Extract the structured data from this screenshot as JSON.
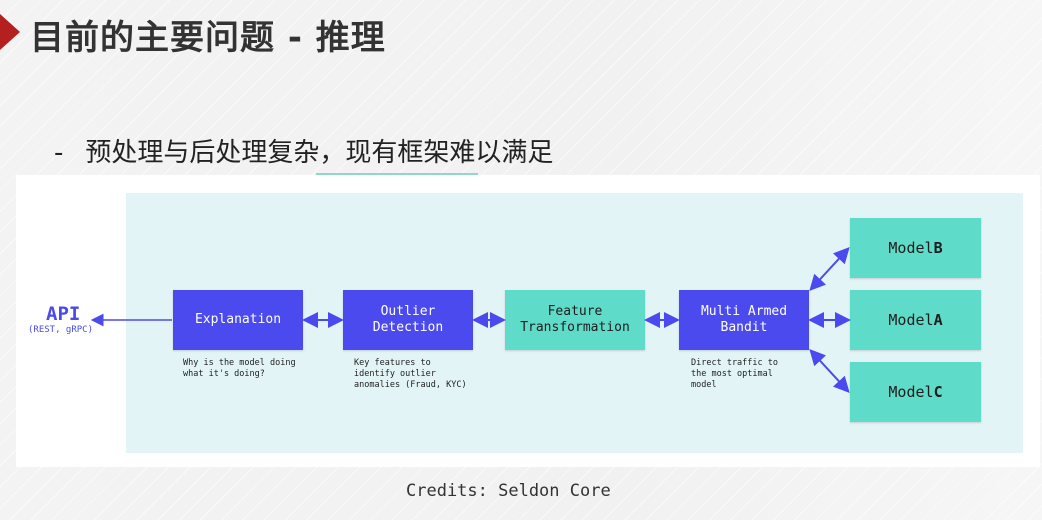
{
  "header": {
    "title": "目前的主要问题 - 推理",
    "accent_color": "#b3201f"
  },
  "bullet": {
    "dash": "-",
    "text": "预处理与后处理复杂，现有框架难以满足"
  },
  "diagram": {
    "api_label": "API",
    "api_sub": "(REST, gRPC)",
    "boxes": {
      "explanation": "Explanation",
      "outlier": "Outlier\nDetection",
      "feature": "Feature\nTransformation",
      "bandit": "Multi Armed\nBandit"
    },
    "models": {
      "b_prefix": "Model ",
      "b_letter": "B",
      "a_prefix": "Model ",
      "a_letter": "A",
      "c_prefix": "Model ",
      "c_letter": "C"
    },
    "descriptions": {
      "explanation": "Why is the model doing\nwhat it's doing?",
      "outlier": "Key features to\nidentify outlier\nanomalies (Fraud, KYC)",
      "bandit": "Direct traffic to\nthe most optimal\nmodel"
    },
    "colors": {
      "blue": "#4a4aee",
      "teal": "#5fdcc9",
      "panel": "#e3f4f6"
    }
  },
  "credits": "Credits: Seldon Core"
}
